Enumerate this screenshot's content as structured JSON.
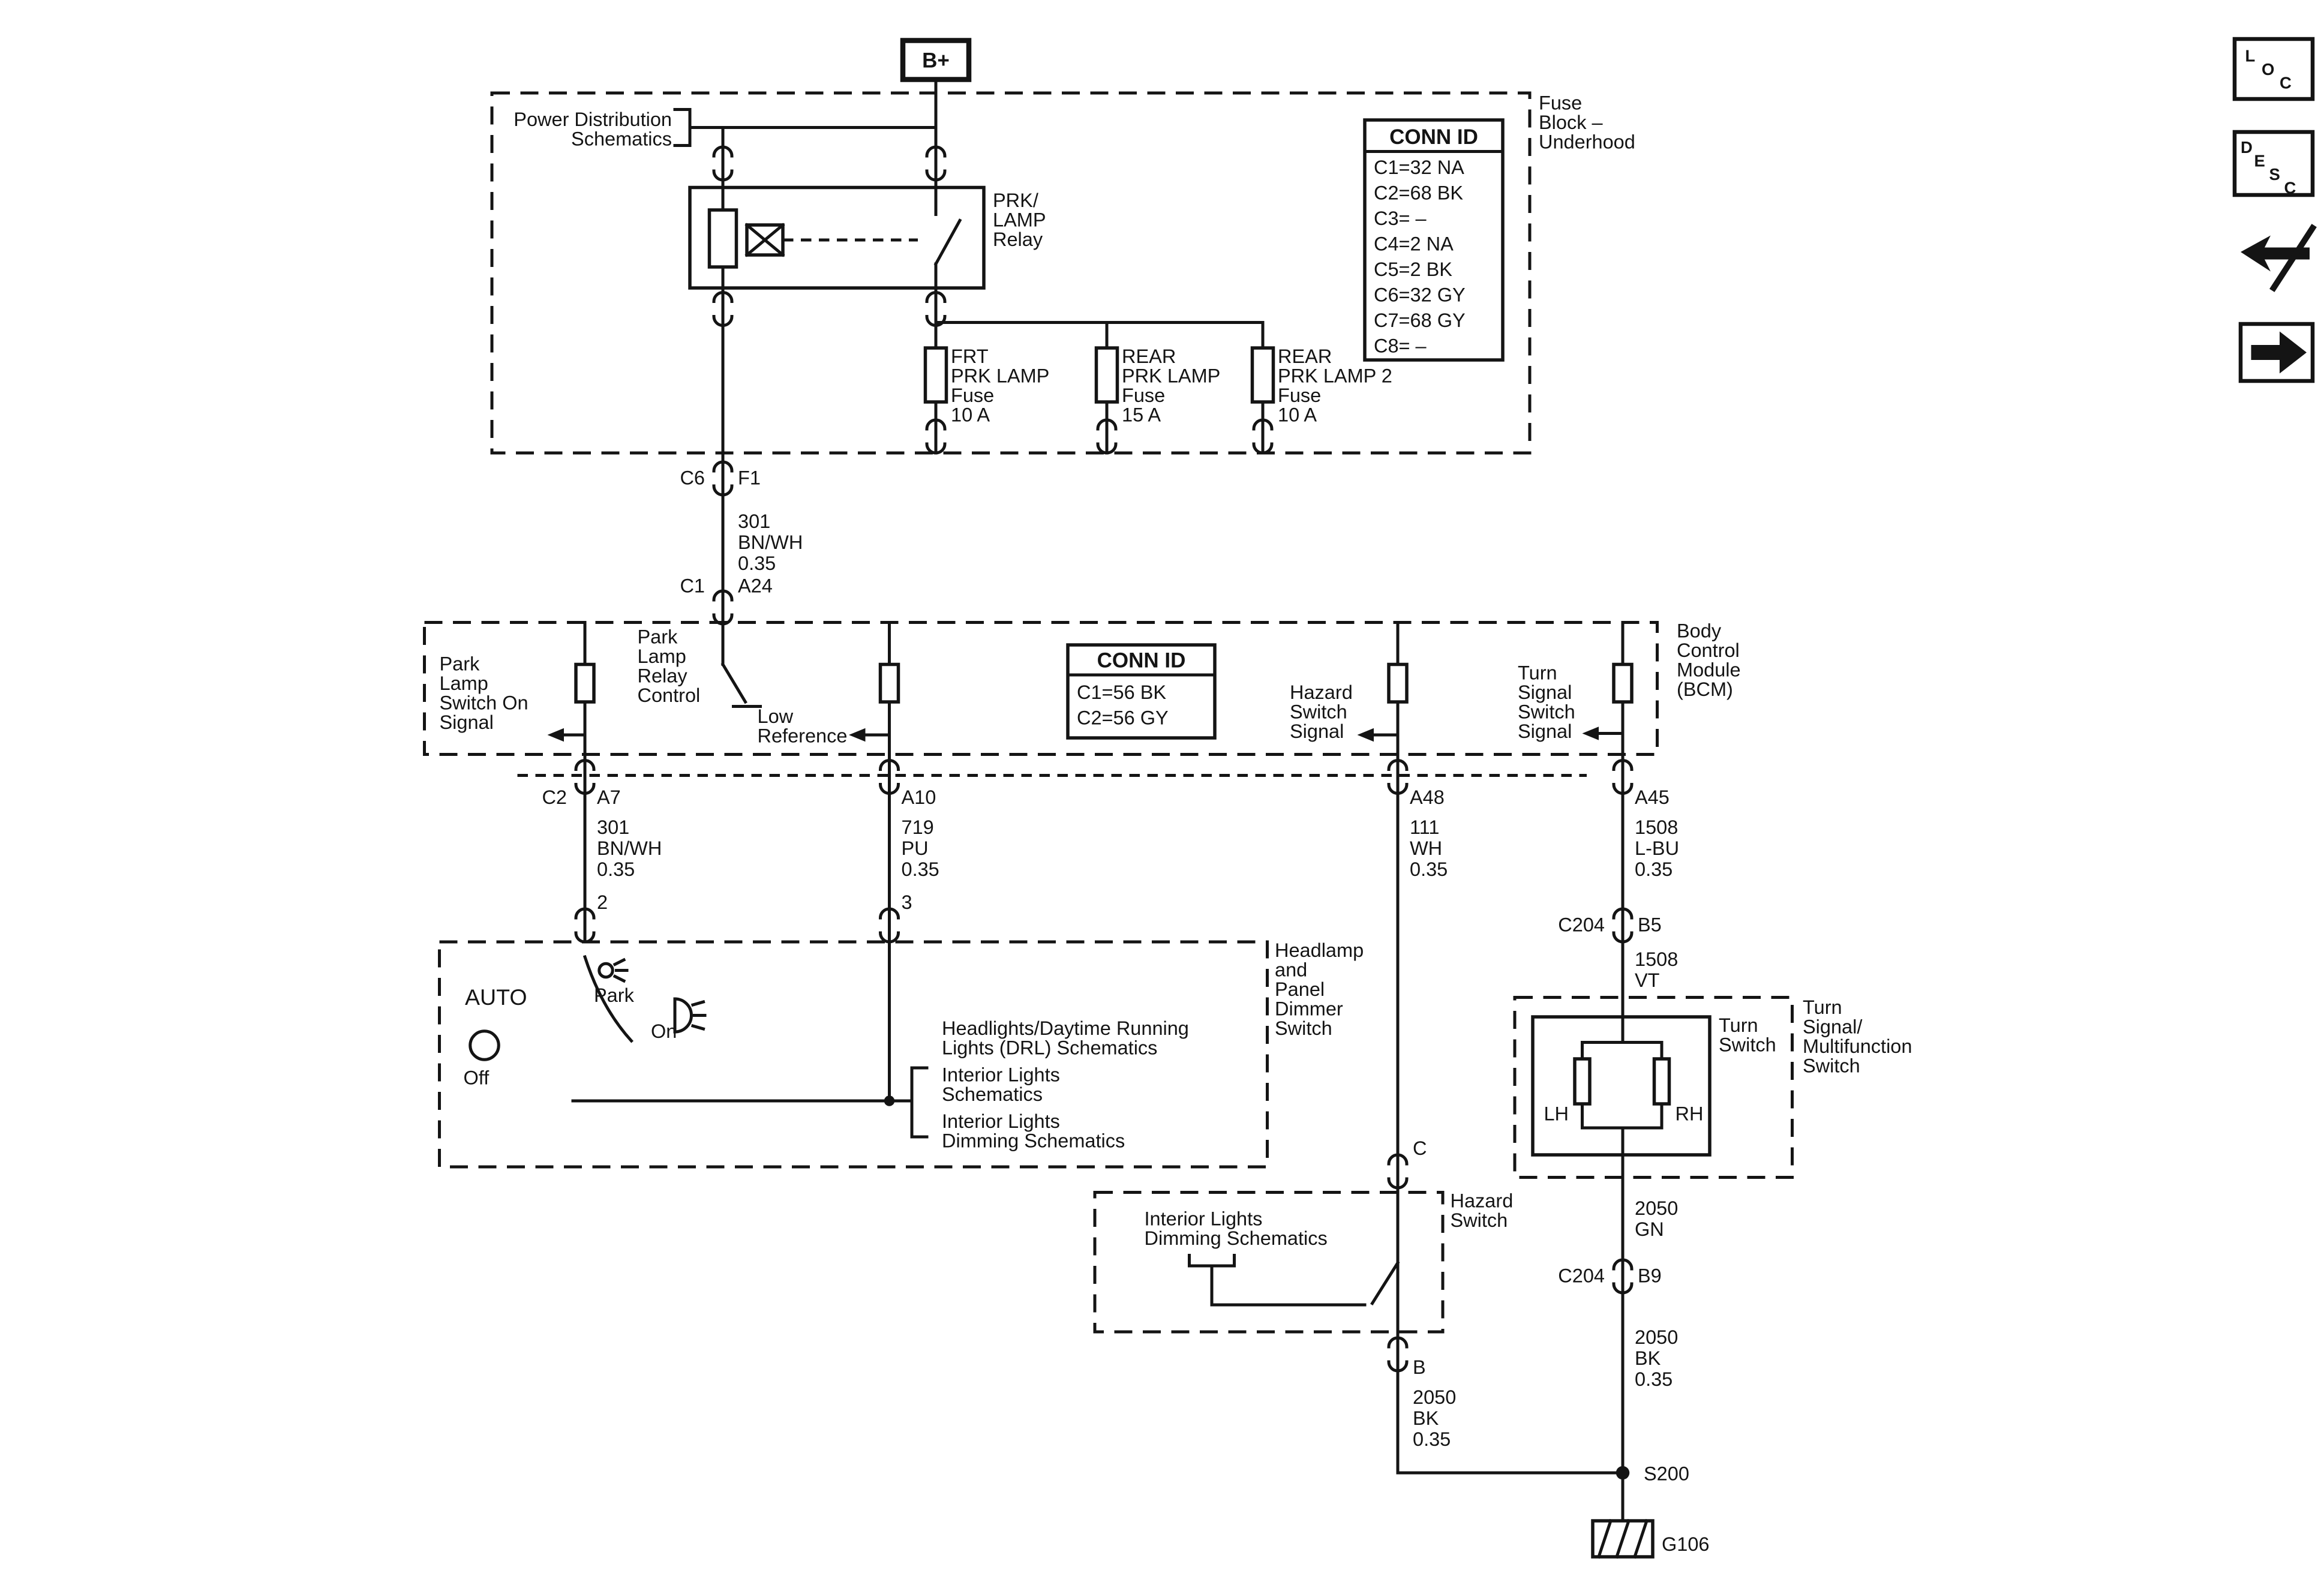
{
  "page": {
    "background": "#ffffff",
    "line_color": "#141414"
  },
  "top": {
    "battery_label": "B+",
    "power_distribution": [
      "Power Distribution",
      "Schematics"
    ]
  },
  "fuse_block": {
    "label": [
      "Fuse",
      "Block –",
      "Underhood"
    ],
    "relay": [
      "PRK/",
      "LAMP",
      "Relay"
    ],
    "conn_id": {
      "title": "CONN ID",
      "rows": [
        "C1=32 NA",
        "C2=68 BK",
        "C3= –",
        "C4=2 NA",
        "C5=2 BK",
        "C6=32 GY",
        "C7=68 GY",
        "C8= –"
      ]
    },
    "fuses": [
      [
        "FRT",
        "PRK LAMP",
        "Fuse",
        "10 A"
      ],
      [
        "REAR",
        "PRK LAMP",
        "Fuse",
        "15 A"
      ],
      [
        "REAR",
        "PRK LAMP 2",
        "Fuse",
        "10 A"
      ]
    ]
  },
  "wire_relay_bcm": {
    "conn_left_top": "C6",
    "conn_right_top": "F1",
    "spec": [
      "301",
      "BN/WH",
      "0.35"
    ],
    "conn_left_bottom": "C1",
    "conn_right_bottom": "A24"
  },
  "bcm": {
    "label": [
      "Body",
      "Control",
      "Module",
      "(BCM)"
    ],
    "park_lamp_switch_signal": [
      "Park",
      "Lamp",
      "Switch On",
      "Signal"
    ],
    "park_lamp_relay_control": [
      "Park",
      "Lamp",
      "Relay",
      "Control"
    ],
    "low_reference": [
      "Low",
      "Reference"
    ],
    "conn_id": {
      "title": "CONN ID",
      "rows": [
        "C1=56 BK",
        "C2=56 GY"
      ]
    },
    "hazard_switch_signal": [
      "Hazard",
      "Switch",
      "Signal"
    ],
    "turn_signal_switch_signal": [
      "Turn",
      "Signal",
      "Switch",
      "Signal"
    ]
  },
  "wire_a7": {
    "conn_left": "C2",
    "pin": "A7",
    "spec": [
      "301",
      "BN/WH",
      "0.35"
    ],
    "terminal": "2"
  },
  "wire_a10": {
    "pin": "A10",
    "spec": [
      "719",
      "PU",
      "0.35"
    ],
    "terminal": "3"
  },
  "wire_a48": {
    "pin": "A48",
    "spec": [
      "111",
      "WH",
      "0.35"
    ],
    "terminal_top": "C",
    "terminal_bottom": "B",
    "spec_lower": [
      "2050",
      "BK",
      "0.35"
    ]
  },
  "wire_a45": {
    "pin": "A45",
    "spec": [
      "1508",
      "L-BU",
      "0.35"
    ],
    "conn_left": "C204",
    "conn_right": "B5",
    "spec_mid": [
      "1508",
      "VT"
    ]
  },
  "wire_turn_out": {
    "spec_top": [
      "2050",
      "GN"
    ],
    "conn_left": "C204",
    "conn_right": "B9",
    "spec_bottom": [
      "2050",
      "BK",
      "0.35"
    ],
    "splice": "S200",
    "ground": "G106"
  },
  "dimmer": {
    "label": [
      "Headlamp",
      "and",
      "Panel",
      "Dimmer",
      "Switch"
    ],
    "auto": "AUTO",
    "off": "Off",
    "park": "Park",
    "on": "On",
    "drl_ref": [
      "Headlights/Daytime Running",
      "Lights (DRL) Schematics"
    ],
    "interior_ref": [
      "Interior Lights",
      "Schematics"
    ],
    "interior_dim_ref": [
      "Interior Lights",
      "Dimming Schematics"
    ]
  },
  "hazard": {
    "label": [
      "Hazard",
      "Switch"
    ],
    "interior_dim_ref": [
      "Interior Lights",
      "Dimming Schematics"
    ]
  },
  "turn": {
    "label": [
      "Turn",
      "Signal/",
      "Multifunction",
      "Switch"
    ],
    "switch_label": [
      "Turn",
      "Switch"
    ],
    "lh": "LH",
    "rh": "RH"
  },
  "sidebar": {
    "loc": [
      "L",
      "O",
      "C"
    ],
    "desc": [
      "D",
      "E",
      "S",
      "C"
    ]
  }
}
